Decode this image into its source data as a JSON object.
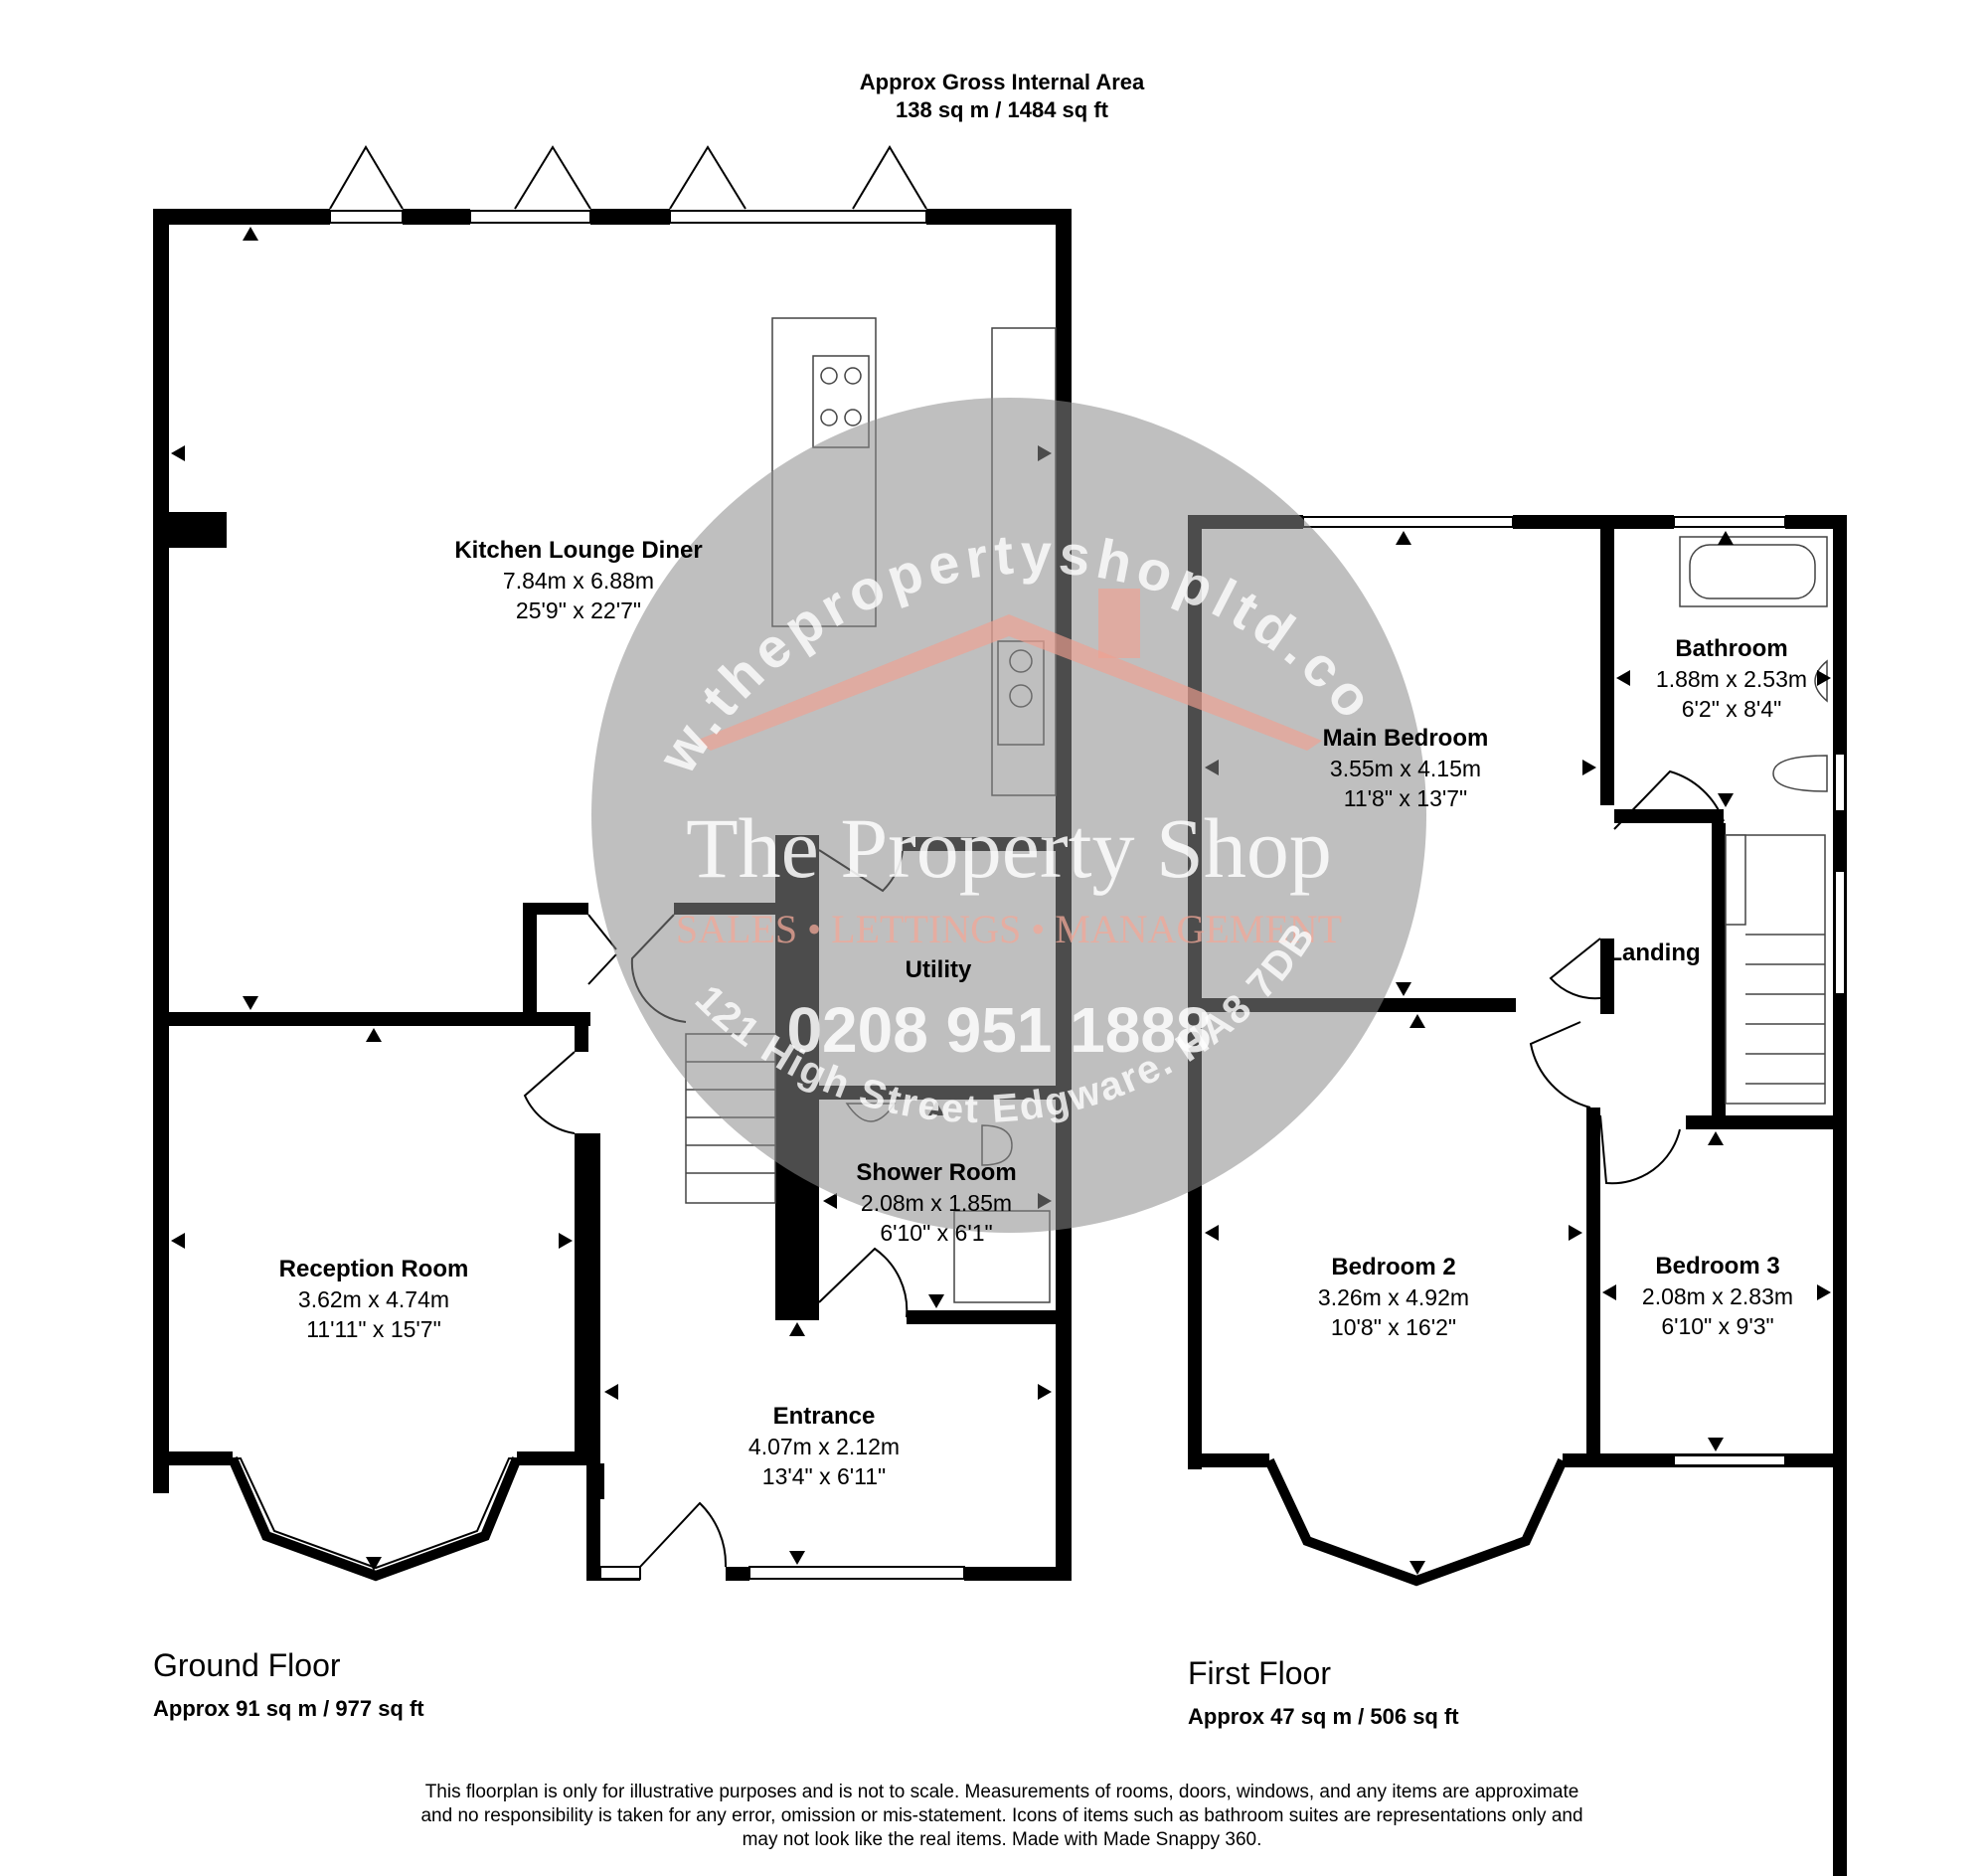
{
  "header": {
    "title": "Approx Gross Internal Area",
    "area": "138 sq m / 1484 sq ft"
  },
  "rooms": {
    "kitchen": {
      "name": "Kitchen Lounge Diner",
      "metric": "7.84m x 6.88m",
      "imperial": "25'9\" x 22'7\""
    },
    "utility": {
      "name": "Utility"
    },
    "shower": {
      "name": "Shower Room",
      "metric": "2.08m x 1.85m",
      "imperial": "6'10\" x 6'1\""
    },
    "reception": {
      "name": "Reception Room",
      "metric": "3.62m x 4.74m",
      "imperial": "11'11\" x 15'7\""
    },
    "entrance": {
      "name": "Entrance",
      "metric": "4.07m x 2.12m",
      "imperial": "13'4\" x 6'11\""
    },
    "main_bedroom": {
      "name": "Main Bedroom",
      "metric": "3.55m x 4.15m",
      "imperial": "11'8\" x 13'7\""
    },
    "bathroom": {
      "name": "Bathroom",
      "metric": "1.88m x 2.53m",
      "imperial": "6'2\" x 8'4\""
    },
    "landing": {
      "name": "Landing"
    },
    "bedroom2": {
      "name": "Bedroom 2",
      "metric": "3.26m x 4.92m",
      "imperial": "10'8\" x 16'2\""
    },
    "bedroom3": {
      "name": "Bedroom 3",
      "metric": "2.08m x 2.83m",
      "imperial": "6'10\" x 9'3\""
    }
  },
  "floors": {
    "ground": {
      "label": "Ground Floor",
      "area": "Approx 91 sq m / 977 sq ft"
    },
    "first": {
      "label": "First Floor",
      "area": "Approx 47 sq m / 506 sq ft"
    }
  },
  "disclaimer": {
    "line1": "This floorplan is only for illustrative purposes and is not to scale. Measurements of rooms, doors, windows, and any items are approximate",
    "line2": "and no responsibility is taken for any error, omission or mis-statement. Icons of items such as bathroom suites are representations only and",
    "line3": "may not look like the real items. Made with Made Snappy 360."
  },
  "watermark": {
    "brand": "The Property Shop",
    "tagline": "SALES • LETTINGS • MANAGEMENT",
    "phone": "0208 951 1888",
    "url": "www.thepropertyshopltd.co.uk",
    "address": "121 High Street Edgware. HA8 7DB",
    "colors": {
      "disc": "#8a8a8a",
      "roof": "#f0a090"
    }
  },
  "colors": {
    "walls": "#000000",
    "background": "#ffffff"
  }
}
